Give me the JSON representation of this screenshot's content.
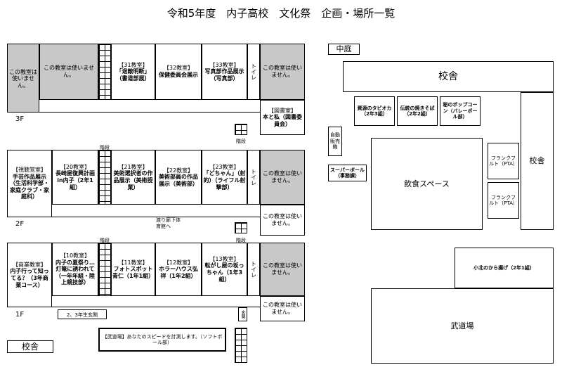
{
  "title": "令和5年度　内子高校　文化祭　企画・場所一覧",
  "floor3": {
    "label": "3F",
    "rooms": [
      {
        "name": "",
        "note": "この教室は使いません。"
      },
      {
        "name": "",
        "note": "この教室は使いません。"
      },
      {
        "name": "【31教室】",
        "note": "「退敵明断」（書道部展）"
      },
      {
        "name": "【32教室】",
        "note": "保健委員会展示"
      },
      {
        "name": "【33教室】",
        "note": "写真部作品展示（写真部）"
      },
      {
        "name": "トイレ",
        "note": ""
      },
      {
        "name": "",
        "note": "この教室は使いません。"
      }
    ],
    "library": {
      "name": "【図書室】",
      "note": "本と私（図書委員会）"
    },
    "stairs_label": "階段"
  },
  "floor2": {
    "label": "2F",
    "rooms": [
      {
        "name": "【視聴覚室】",
        "note": "手芸作品展示（生活科学部・家庭クラブ・家庭科）"
      },
      {
        "name": "【20教室】",
        "note": "長崎屋復興計画in内子（2年1組）"
      },
      {
        "name": "【21教室】",
        "note": "美術選択者の作品展示（美術授業）"
      },
      {
        "name": "【22教室】",
        "note": "美術部員の作品展示（美術部）"
      },
      {
        "name": "【23教室】",
        "note": "「どちゃん」（射的）（ライフル射撃部）"
      },
      {
        "name": "トイレ",
        "note": ""
      },
      {
        "name": "",
        "note": "この教室は使いません。"
      }
    ],
    "corridor": "渡り廊下体育館へ",
    "stairs_label": "階段"
  },
  "floor1": {
    "label": "1F",
    "rooms": [
      {
        "name": "【商業教室】",
        "note": "内子行って知ってる？（3年商業コース）"
      },
      {
        "name": "【10教室】",
        "note": "内子の夏祭り…灯篭に誘われて（一年年組・陸上競技部）"
      },
      {
        "name": "【11教室】",
        "note": "フォトスポット青仁（1年1組）"
      },
      {
        "name": "【12教室】",
        "note": "ホラーハウス弘祥（1年2組）"
      },
      {
        "name": "【13教室】",
        "note": "転がし屋の坂っちゃん（1年3組）"
      },
      {
        "name": "トイレ",
        "note": ""
      },
      {
        "name": "",
        "note": "この教室は使いません。"
      }
    ],
    "entrance": "2、3年生玄関",
    "genkan": "玄関",
    "stairs_label": "階段"
  },
  "softball": "【武道場】あなたのスピードを計測します。（ソフトボール部）",
  "kousha_left": "校舎",
  "courtyard": "中庭",
  "kousha_top": "校舎",
  "kousha_right": "校舎",
  "stalls": [
    {
      "text": "資源のタピオカ（2年3組）"
    },
    {
      "text": "伝統の焼きそば（2年2組）"
    },
    {
      "text": "秘のポップコーン（バレーボール部）"
    }
  ],
  "vending": "自動販売機",
  "superball": "スーパーボール（事務課）",
  "food_space": "飲食スペース",
  "frank1": "フランクフルト（PTA）",
  "frank2": "フランクフルト（PTA）",
  "karaage": "小北のから揚げ（2年1組）",
  "budojo": "武道場"
}
